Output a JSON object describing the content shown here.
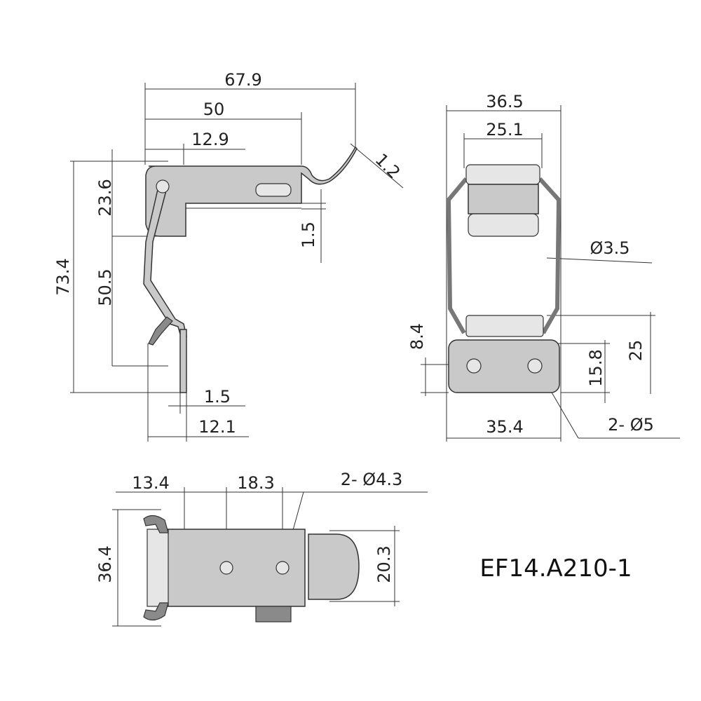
{
  "model_number": "EF14.A210-1",
  "side_view": {
    "overall_length": "67.9",
    "body_length": "50",
    "hinge_offset": "12.9",
    "spring_thickness": "1.2",
    "upper_height": "23.6",
    "overall_height": "73.4",
    "hook_height": "50.5",
    "plate_thickness": "1.5",
    "hook_thickness": "1.5",
    "hook_offset": "12.1"
  },
  "front_view": {
    "outer_width": "36.5",
    "inner_width": "25.1",
    "wire_diameter": "Ø3.5",
    "hole_height": "8.4",
    "keeper_height": "15.8",
    "keeper_total_height": "25",
    "hole_spacing": "35.4",
    "hole_spec": "2- Ø5"
  },
  "top_view": {
    "first_offset": "13.4",
    "hole_spacing": "18.3",
    "hole_spec": "2- Ø4.3",
    "overall_width": "36.4",
    "body_width": "20.3"
  }
}
